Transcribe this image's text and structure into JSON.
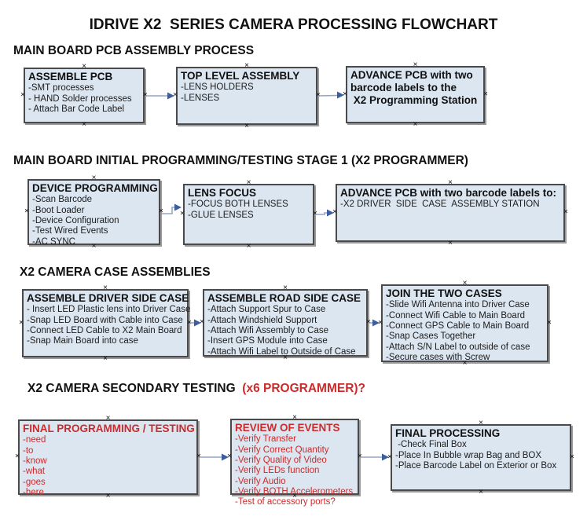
{
  "title": "IDRIVE X2  SERIES CAMERA PROCESSING FLOWCHART",
  "colors": {
    "box_fill": "#dce6f1",
    "box_border": "#4a4a4a",
    "box_shadow": "#9a9a9a",
    "connector_line": "#92a5c6",
    "connector_arrowhead": "#3c5e9e",
    "red_text": "#cc2b2b",
    "black_text": "#111111"
  },
  "sections": [
    {
      "heading": "MAIN BOARD PCB ASSEMBLY PROCESS",
      "boxes": [
        {
          "heading_lines": [
            "ASSEMBLE PCB"
          ],
          "lines": [
            "-SMT processes",
            "- HAND Solder processes",
            "- Attach Bar Code Label"
          ]
        },
        {
          "heading_lines": [
            "TOP LEVEL ASSEMBLY"
          ],
          "lines": [
            "-LENS HOLDERS",
            "-LENSES"
          ]
        },
        {
          "heading_lines": [
            "ADVANCE PCB with two",
            "barcode labels to the",
            " X2 Programming Station"
          ],
          "lines": []
        }
      ]
    },
    {
      "heading": "MAIN BOARD INITIAL PROGRAMMING/TESTING STAGE 1 (X2 PROGRAMMER)",
      "boxes": [
        {
          "heading_lines": [
            "DEVICE PROGRAMMING"
          ],
          "lines": [
            "-Scan Barcode",
            "-Boot Loader",
            "-Device Configuration",
            "-Test Wired Events",
            "-AC SYNC"
          ]
        },
        {
          "heading_lines": [
            "LENS FOCUS"
          ],
          "lines": [
            "-FOCUS BOTH LENSES",
            "-GLUE LENSES"
          ]
        },
        {
          "heading_lines": [
            "ADVANCE PCB with two barcode labels to:"
          ],
          "lines": [
            "-X2 DRIVER  SIDE  CASE  ASSEMBLY STATION"
          ]
        }
      ]
    },
    {
      "heading": "X2 CAMERA CASE ASSEMBLIES",
      "boxes": [
        {
          "heading_lines": [
            "ASSEMBLE DRIVER SIDE CASE"
          ],
          "lines": [
            "- Insert LED Plastic lens into Driver Case",
            "-Snap LED Board with Cable into Case",
            "-Connect LED Cable to X2 Main Board",
            "-Snap Main Board into case"
          ]
        },
        {
          "heading_lines": [
            "ASSEMBLE ROAD SIDE CASE"
          ],
          "lines": [
            "-Attach Support Spur to Case",
            "-Attach Windshield Support",
            "-Attach Wifi Assembly to Case",
            "-Insert GPS Module into Case",
            "-Attach Wifi Label to Outside of Case"
          ]
        },
        {
          "heading_lines": [
            "JOIN THE TWO CASES"
          ],
          "lines": [
            "-Slide Wifi Antenna into Driver Case",
            "-Connect Wifi Cable to Main Board",
            "-Connect GPS Cable to Main Board",
            "-Snap Cases Together",
            "-Attach S/N Label to outside of case",
            "-Secure cases with Screw"
          ]
        }
      ]
    },
    {
      "heading": "X2 CAMERA SECONDARY TESTING  ",
      "heading_red": "(x6 PROGRAMMER)?",
      "boxes": [
        {
          "heading_lines": [
            "FINAL PROGRAMMING / TESTING"
          ],
          "lines": [
            "-need",
            "-to",
            "-know",
            "-what",
            "-goes",
            "-here"
          ]
        },
        {
          "heading_lines": [
            "REVIEW OF EVENTS"
          ],
          "lines": [
            "-Verify Transfer",
            "-Verify Correct Quantity",
            "-Verify Quality of Video",
            "-Verify LEDs function",
            "-Verify Audio",
            "-Verify BOTH Accelerometers",
            "-Test of accessory ports?"
          ]
        },
        {
          "heading_lines": [
            "FINAL PROCESSING"
          ],
          "lines": [
            " -Check Final Box",
            "-Place In Bubble wrap Bag and BOX",
            "-Place Barcode Label on Exterior or Box"
          ]
        }
      ]
    }
  ]
}
